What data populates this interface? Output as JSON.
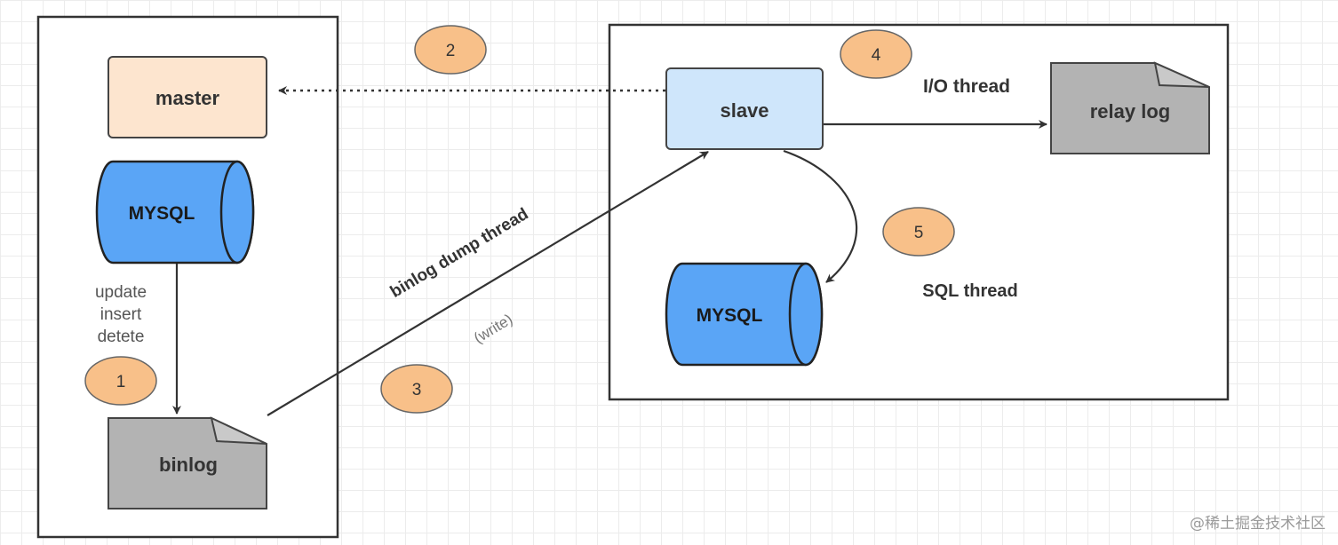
{
  "nodes": {
    "master": "master",
    "slave": "slave",
    "master_db": "MYSQL",
    "slave_db": "MYSQL",
    "binlog": "binlog",
    "relay_log": "relay log"
  },
  "ops": [
    "update",
    "insert",
    "detete"
  ],
  "edge_labels": {
    "binlog_dump": "binlog dump thread",
    "write": "(write)",
    "io_thread": "I/O thread",
    "sql_thread": "SQL thread"
  },
  "steps": [
    "1",
    "2",
    "3",
    "4",
    "5"
  ],
  "watermark": "@稀土掘金技术社区",
  "colors": {
    "master_fill": "#fde5cf",
    "slave_fill": "#cfe6fb",
    "db_fill": "#5aa5f6",
    "doc_fill": "#b3b3b3",
    "step_fill": "#f8c089",
    "stroke": "#333333"
  }
}
